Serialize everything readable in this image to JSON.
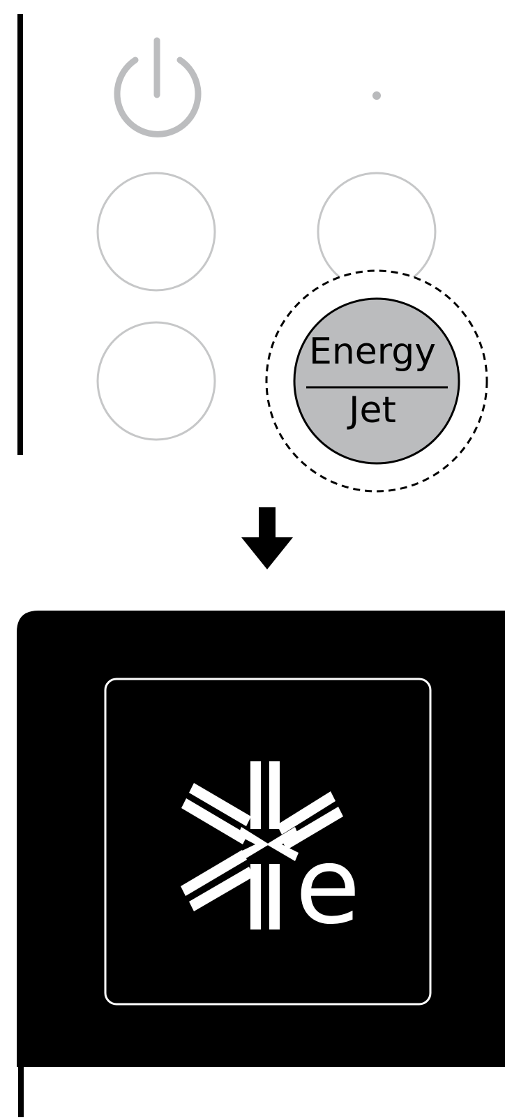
{
  "control_panel": {
    "buttons": {
      "energy_jet": {
        "label_top": "Energy",
        "label_bottom": "Jet",
        "state": "pressed"
      }
    },
    "icons": [
      "power-icon",
      "indicator-dot-icon"
    ]
  },
  "transition": {
    "icon": "arrow-down-icon"
  },
  "display": {
    "icon": "energy-jet-snowflake-e-icon"
  },
  "colors": {
    "panel_outline": "#c6c7c8",
    "power_icon": "#bcbdbf",
    "indicator_dot": "#b9babc",
    "pressed_button_fill": "#bbbcbe",
    "display_background": "#000000",
    "display_icon": "#ffffff"
  }
}
